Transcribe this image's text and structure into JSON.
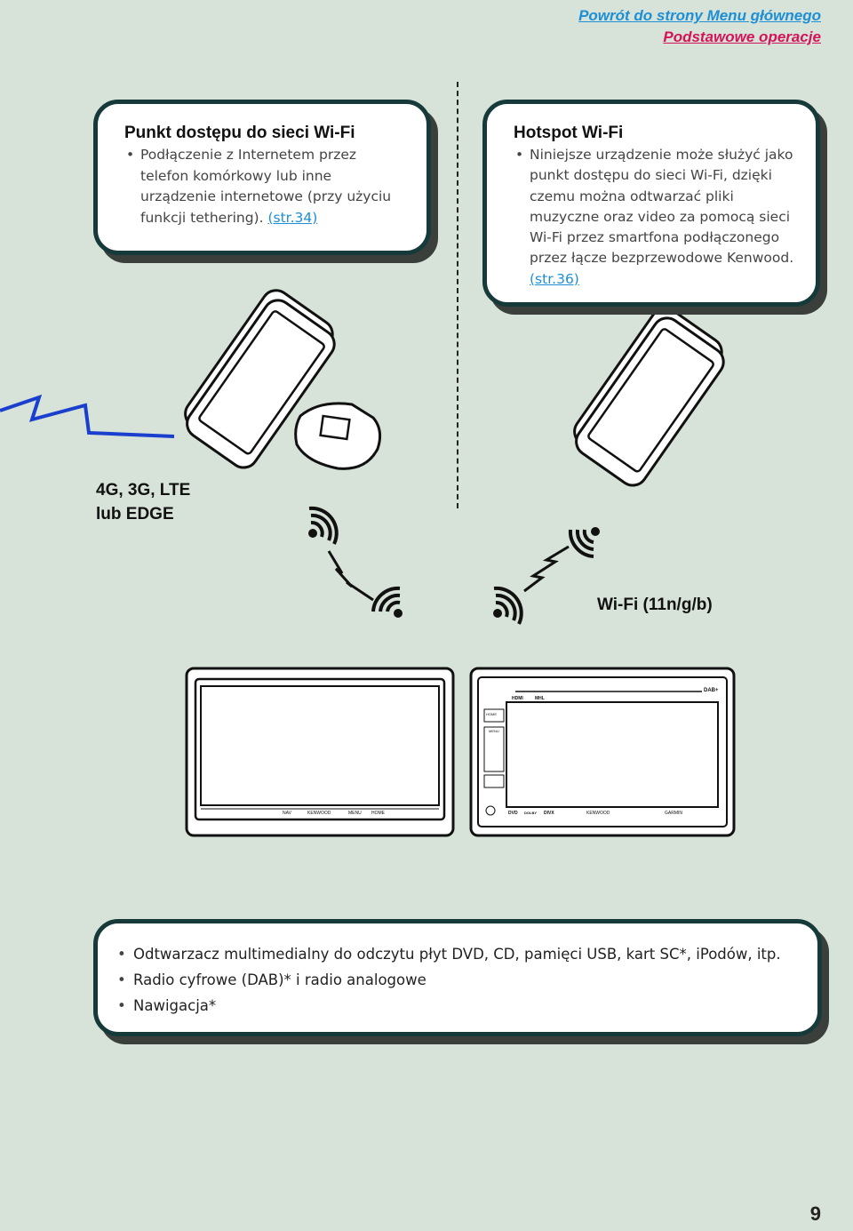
{
  "nav": {
    "main_menu_link": "Powrót do strony Menu głównego",
    "basic_ops_link": "Podstawowe operacje"
  },
  "access_point": {
    "title": "Punkt dostępu do sieci Wi-Fi",
    "text": "Podłączenie z Internetem przez telefon komórkowy lub inne urządzenie internetowe (przy użyciu funkcji tethering).",
    "ref": "(str.34)"
  },
  "hotspot": {
    "title": "Hotspot Wi-Fi",
    "text": "Niniejsze urządzenie może służyć jako punkt dostępu do sieci Wi-Fi, dzięki czemu można odtwarzać pliki muzyczne oraz video za pomocą sieci Wi-Fi przez smartfona podłączonego przez łącze bezprzewodowe Kenwood.",
    "ref": "(str.36)"
  },
  "labels": {
    "cellular_line1": "4G, 3G, LTE",
    "cellular_line2": "lub EDGE",
    "wifi": "Wi-Fi (11n/g/b)"
  },
  "unit_left": {
    "buttons": [
      "NAV",
      "KENWOOD",
      "MENU",
      "HOME"
    ]
  },
  "unit_right": {
    "top_logos": [
      "HDMI",
      "MHL",
      "DAB+"
    ],
    "buttons": [
      "HOME",
      "MENU"
    ],
    "bottom_logos": [
      "DVD",
      "DOLBY",
      "DIVX",
      "KENWOOD",
      "GARMIN"
    ]
  },
  "features": [
    "Odtwarzacz multimedialny do odczytu płyt DVD, CD, pamięci USB, kart SC*, iPodów, itp.",
    "Radio cyfrowe (DAB)* i radio analogowe",
    "Nawigacja*"
  ],
  "page_number": "9",
  "colors": {
    "background": "#d7e3d8",
    "card_border": "#16393a",
    "link_blue": "#1d8fd6",
    "link_magenta": "#d4145a",
    "cellular_signal": "#1a3fcf"
  }
}
